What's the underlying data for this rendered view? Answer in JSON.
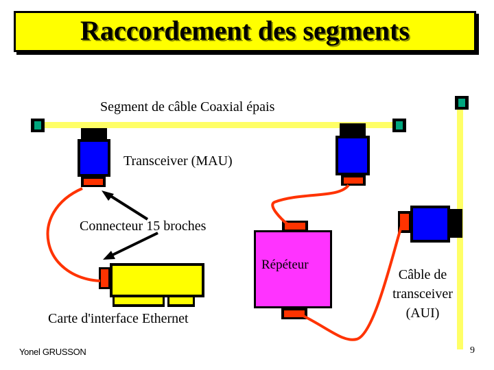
{
  "title": "Raccordement des segments",
  "labels": {
    "coax": "Segment de câble Coaxial épais",
    "transceiver": "Transceiver (MAU)",
    "connector": "Connecteur 15 broches",
    "repeater": "Répéteur",
    "aui_line1": "Câble de",
    "aui_line2": "transceiver",
    "aui_line3": "(AUI)",
    "nic": "Carte d'interface Ethernet"
  },
  "footer": {
    "author": "Yonel GRUSSON",
    "page": "9"
  },
  "colors": {
    "title_bg": "#ffff00",
    "coax": "#ffff66",
    "transceiver": "#0000ff",
    "connector": "#ff3300",
    "cable": "#ff3300",
    "repeater": "#ff33ff",
    "nic": "#ffff00",
    "terminator": "#00a67e"
  }
}
